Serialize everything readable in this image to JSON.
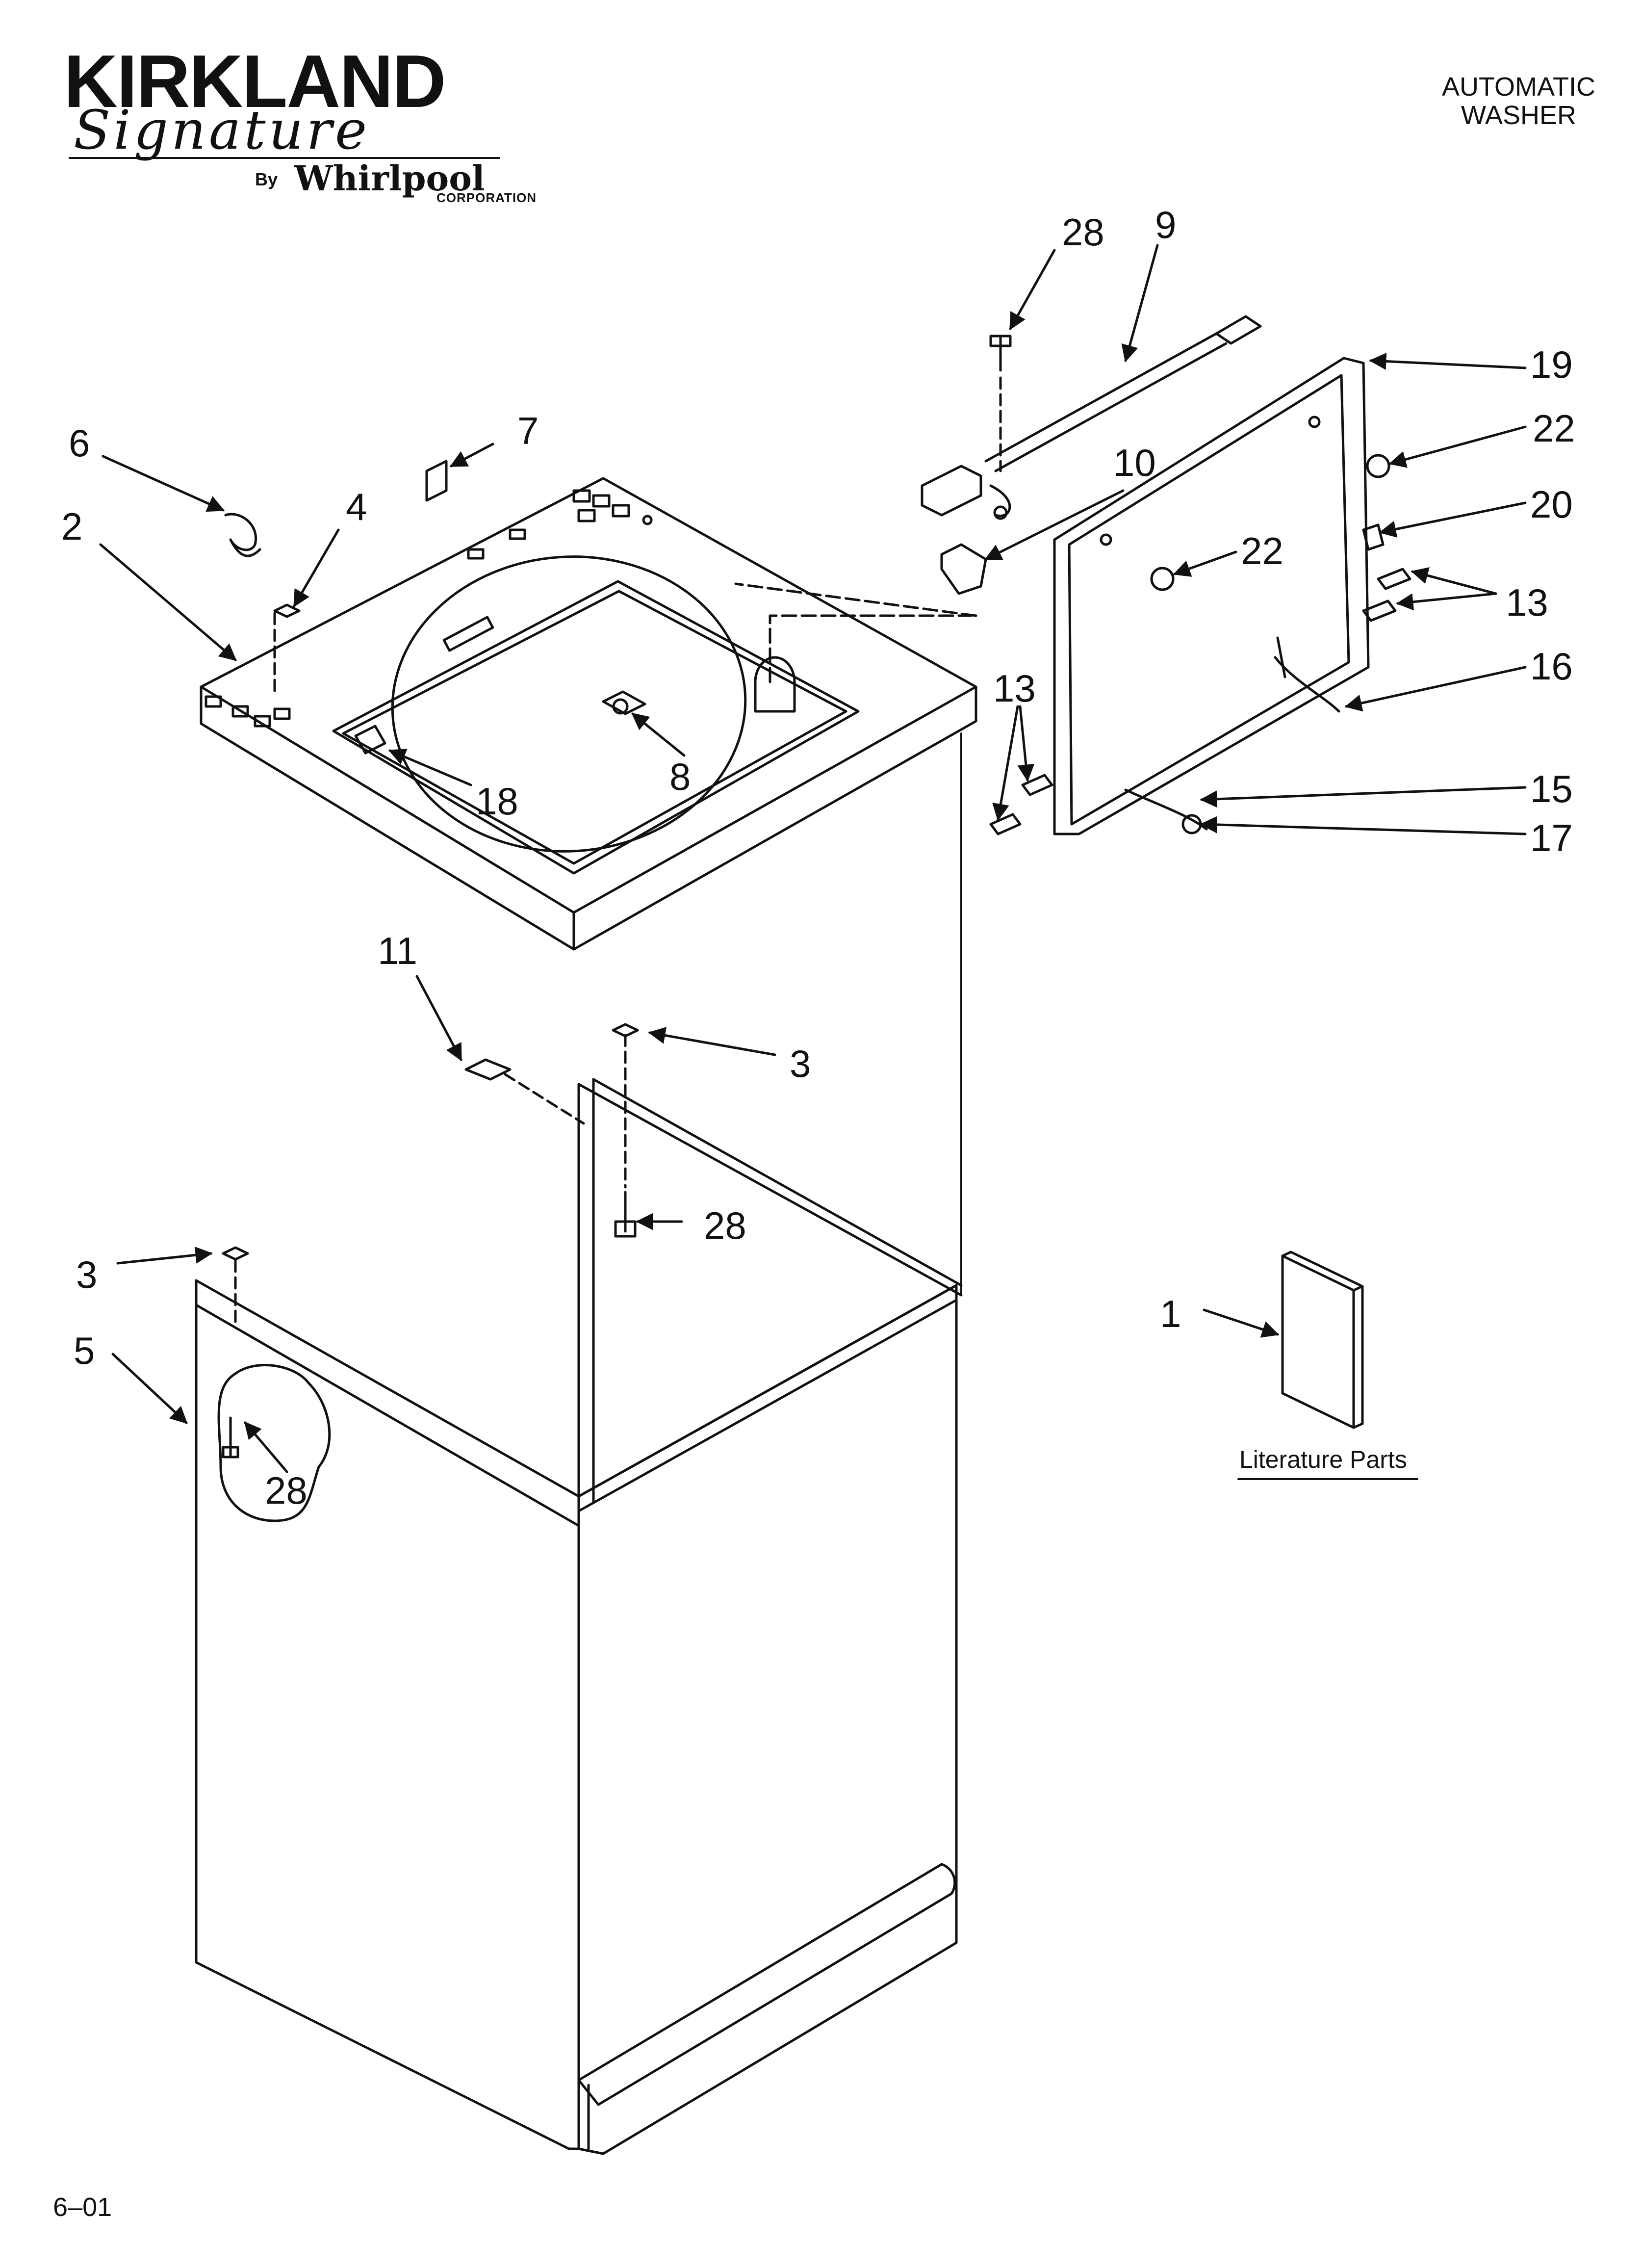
{
  "brand": {
    "name": "KIRKLAND",
    "script": "Signature",
    "by": "By",
    "maker": "Whirlpool",
    "corp": "CORPORATION"
  },
  "document": {
    "title_line1": "AUTOMATIC",
    "title_line2": "WASHER",
    "page_code": "6–01"
  },
  "literature": {
    "label": "Literature Parts"
  },
  "callouts": {
    "c1": "1",
    "c2": "2",
    "c3a": "3",
    "c3b": "3",
    "c4": "4",
    "c5": "5",
    "c6": "6",
    "c7": "7",
    "c8": "8",
    "c9": "9",
    "c10": "10",
    "c11": "11",
    "c13a": "13",
    "c13b": "13",
    "c15": "15",
    "c16": "16",
    "c17": "17",
    "c18": "18",
    "c19": "19",
    "c20": "20",
    "c22a": "22",
    "c22b": "22",
    "c28a": "28",
    "c28b": "28",
    "c28c": "28"
  }
}
